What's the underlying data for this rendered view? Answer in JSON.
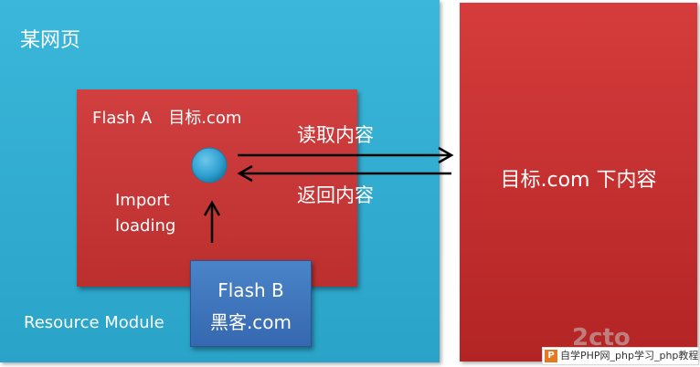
{
  "webpage": {
    "title": "某网页",
    "resource_label": "Resource Module"
  },
  "flash_a": {
    "label": "Flash A　目标.com",
    "import_line1": "Import",
    "import_line2": "loading"
  },
  "flash_b": {
    "line1": "Flash B",
    "line2": "黑客.com"
  },
  "target": {
    "label": "目标.com 下内容"
  },
  "arrows": {
    "read_label": "读取内容",
    "return_label": "返回内容"
  },
  "watermark": {
    "logo": "2cto",
    "bar_text": "自学PHP网_php学习_php教程"
  },
  "colors": {
    "webpage_bg": "#2fabd0",
    "flash_a_bg": "#c73535",
    "flash_b_bg": "#3f76bd",
    "target_bg": "#c73030",
    "ball": "#2e9fd0"
  }
}
